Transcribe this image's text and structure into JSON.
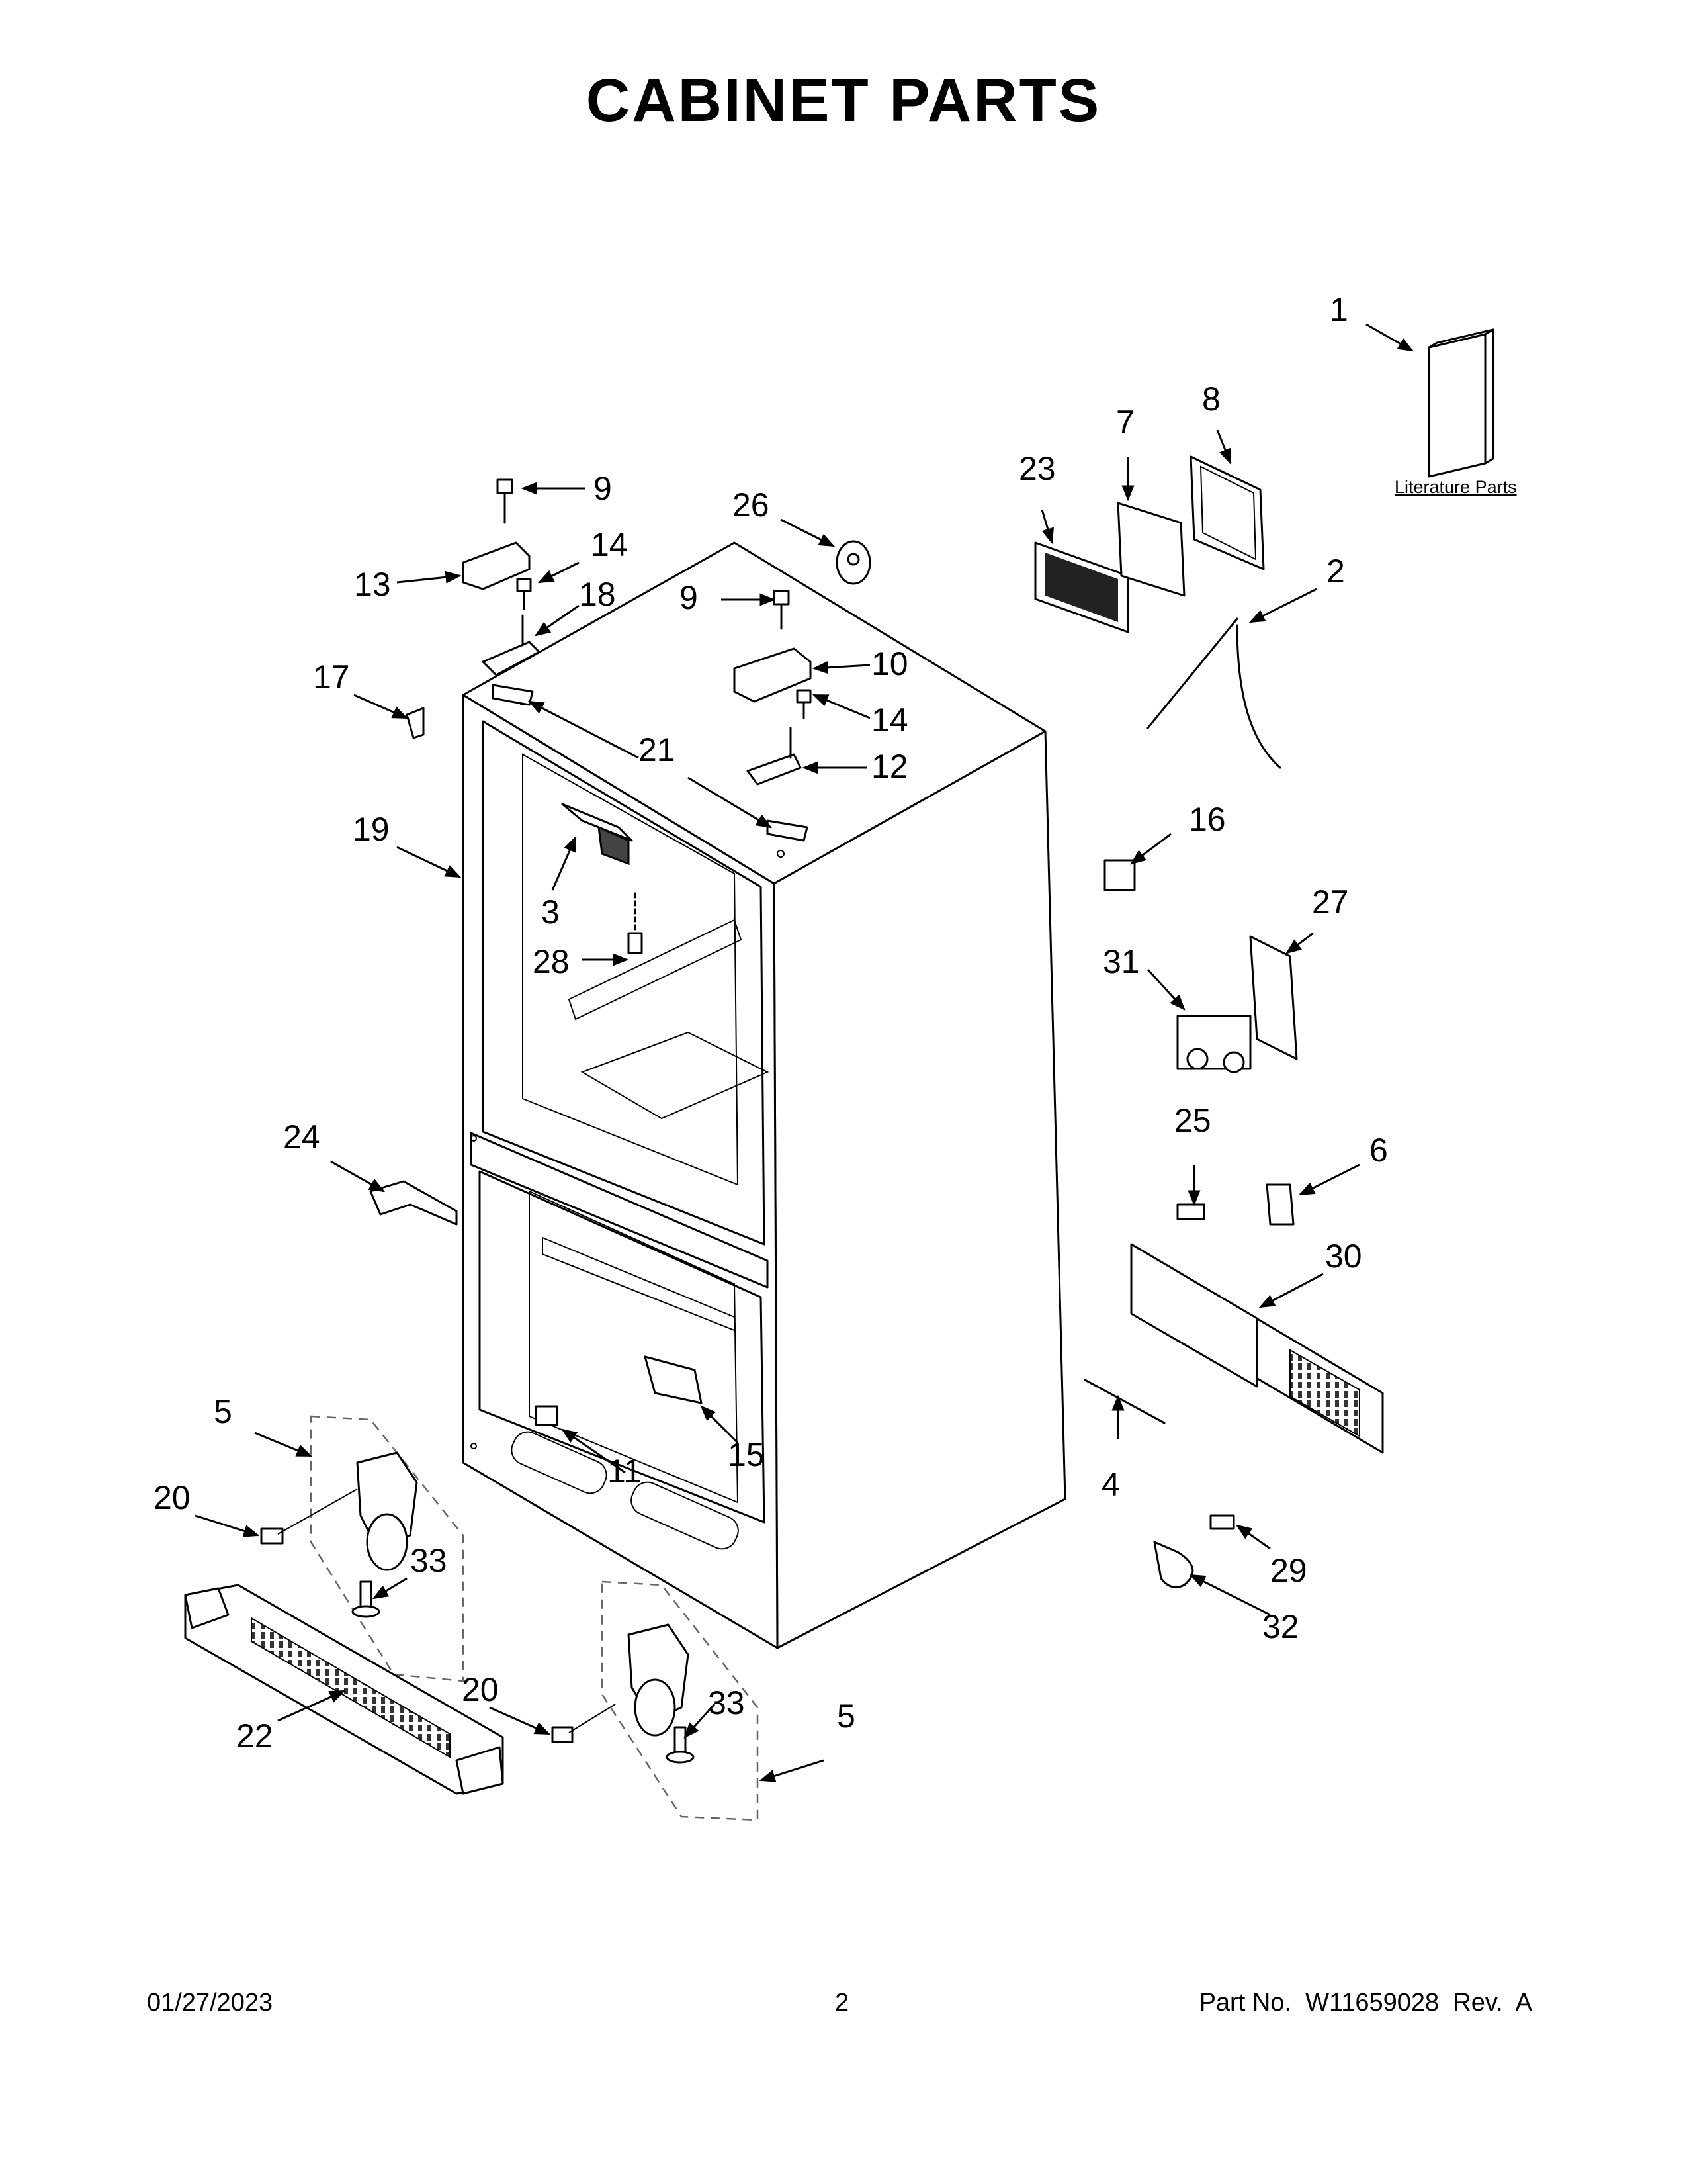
{
  "title": "CABINET PARTS",
  "literature_caption": "Literature Parts",
  "footer": {
    "date": "01/27/2023",
    "page": "2",
    "part_no": "Part No.  W11659028  Rev.  A"
  },
  "callouts": {
    "c1": "1",
    "c2": "2",
    "c3": "3",
    "c4": "4",
    "c5a": "5",
    "c5b": "5",
    "c6": "6",
    "c7": "7",
    "c8": "8",
    "c9a": "9",
    "c9b": "9",
    "c10": "10",
    "c11": "11",
    "c12": "12",
    "c13": "13",
    "c14a": "14",
    "c14b": "14",
    "c15": "15",
    "c16": "16",
    "c17": "17",
    "c18": "18",
    "c19": "19",
    "c20a": "20",
    "c20b": "20",
    "c21": "21",
    "c22": "22",
    "c23": "23",
    "c24": "24",
    "c25": "25",
    "c26": "26",
    "c27": "27",
    "c28": "28",
    "c29": "29",
    "c30": "30",
    "c31": "31",
    "c32": "32",
    "c33a": "33",
    "c33b": "33"
  }
}
